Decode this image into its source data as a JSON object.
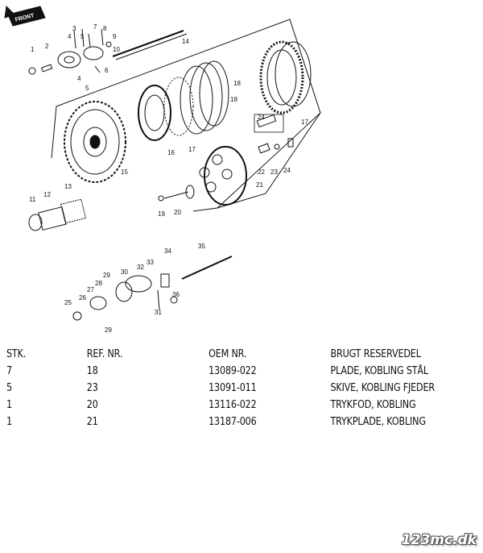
{
  "diagram": {
    "front_label": "FRONT",
    "callouts": [
      "1",
      "2",
      "3",
      "4",
      "5",
      "4",
      "5",
      "6",
      "7",
      "8",
      "9",
      "10",
      "11",
      "12",
      "13",
      "14",
      "15",
      "16",
      "17",
      "17",
      "18",
      "18",
      "19",
      "20",
      "21",
      "22",
      "23",
      "24",
      "24",
      "25",
      "26",
      "27",
      "28",
      "29",
      "29",
      "30",
      "31",
      "32",
      "33",
      "34",
      "35",
      "36"
    ]
  },
  "table": {
    "headers": [
      "STK.",
      "REF. NR.",
      "OEM NR.",
      "BRUGT RESERVEDEL"
    ],
    "rows": [
      [
        "7",
        "18",
        "13089-022",
        "PLADE, KOBLING STÅL"
      ],
      [
        "5",
        "23",
        "13091-011",
        "SKIVE, KOBLING FJEDER"
      ],
      [
        "1",
        "20",
        "13116-022",
        "TRYKFOD, KOBLING"
      ],
      [
        "1",
        "21",
        "13187-006",
        "TRYKPLADE, KOBLING"
      ]
    ]
  },
  "watermark": "123mc.dk",
  "colors": {
    "line": "#111111",
    "background": "#ffffff"
  }
}
